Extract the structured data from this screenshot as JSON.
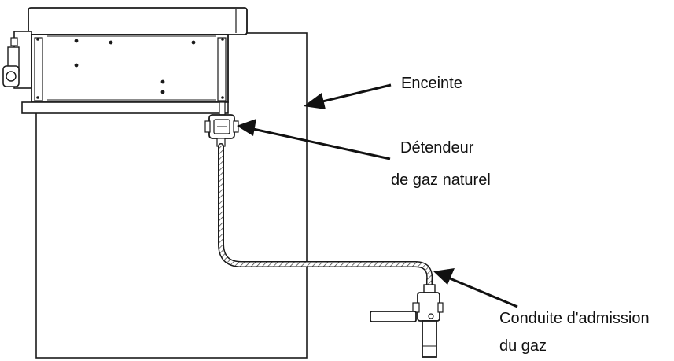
{
  "labels": {
    "enclosure": "Enceinte",
    "regulator_line1": "Détendeur",
    "regulator_line2": "de gaz naturel",
    "gas_line_line1": "Conduite d'admission",
    "gas_line_line2": "du gaz"
  },
  "colors": {
    "stroke": "#1a1a1a",
    "fill": "#ffffff"
  },
  "icons": [
    "arrow-icon",
    "regulator-icon",
    "shutoff-valve-icon"
  ]
}
